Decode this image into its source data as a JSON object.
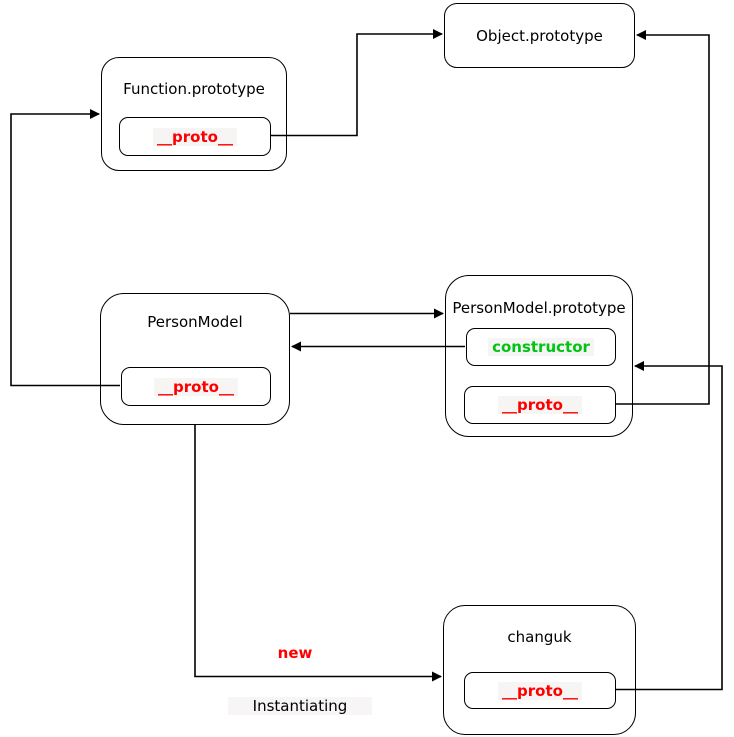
{
  "nodes": {
    "object_prototype": {
      "title": "Object.prototype"
    },
    "function_prototype": {
      "title": "Function.prototype",
      "proto_label": "__proto__"
    },
    "person_model": {
      "title": "PersonModel",
      "proto_label": "__proto__"
    },
    "person_model_prototype": {
      "title": "PersonModel.prototype",
      "constructor_label": "constructor",
      "proto_label": "__proto__"
    },
    "changuk": {
      "title": "changuk",
      "proto_label": "__proto__"
    }
  },
  "annotations": {
    "new_label": "new",
    "instantiating_label": "Instantiating"
  },
  "colors": {
    "proto_text": "#ff0000",
    "constructor_text": "#00c414",
    "line": "#000000",
    "node_border": "#000000",
    "background": "#ffffff"
  }
}
